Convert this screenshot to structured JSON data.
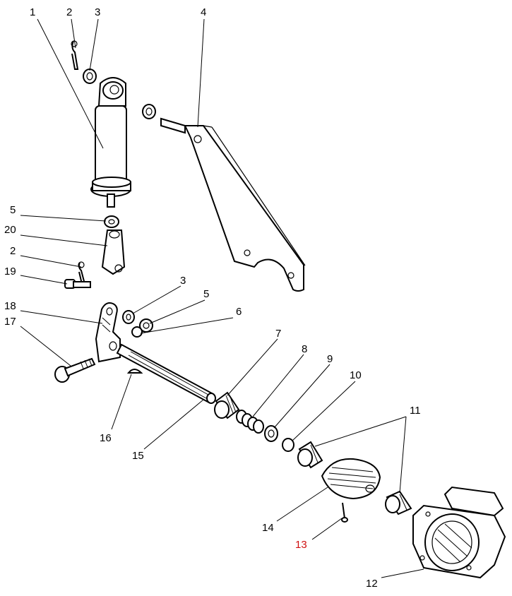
{
  "callouts": [
    {
      "id": "1",
      "text": "1"
    },
    {
      "id": "2a",
      "text": "2"
    },
    {
      "id": "3a",
      "text": "3"
    },
    {
      "id": "4",
      "text": "4"
    },
    {
      "id": "5a",
      "text": "5"
    },
    {
      "id": "20",
      "text": "20"
    },
    {
      "id": "2b",
      "text": "2"
    },
    {
      "id": "19",
      "text": "19"
    },
    {
      "id": "3b",
      "text": "3"
    },
    {
      "id": "5b",
      "text": "5"
    },
    {
      "id": "18",
      "text": "18"
    },
    {
      "id": "6",
      "text": "6"
    },
    {
      "id": "17",
      "text": "17"
    },
    {
      "id": "7",
      "text": "7"
    },
    {
      "id": "8",
      "text": "8"
    },
    {
      "id": "9",
      "text": "9"
    },
    {
      "id": "10",
      "text": "10"
    },
    {
      "id": "11",
      "text": "11"
    },
    {
      "id": "16",
      "text": "16"
    },
    {
      "id": "15",
      "text": "15"
    },
    {
      "id": "14",
      "text": "14"
    },
    {
      "id": "13",
      "text": "13"
    },
    {
      "id": "12",
      "text": "12"
    }
  ],
  "colors": {
    "line": "#000000",
    "background": "#ffffff",
    "highlight": "#d01010"
  }
}
